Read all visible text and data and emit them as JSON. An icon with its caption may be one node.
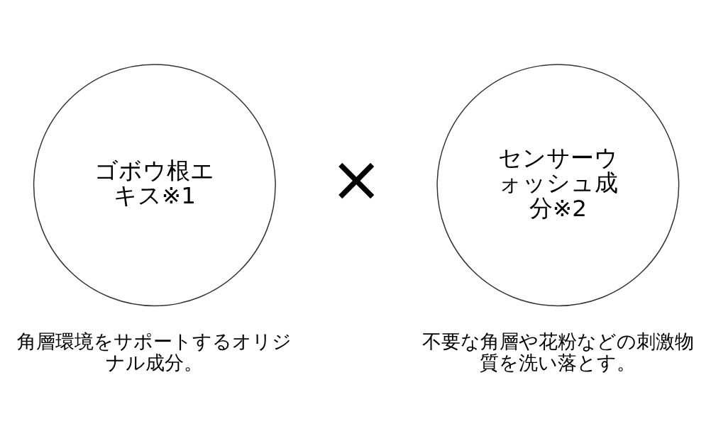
{
  "diagram": {
    "nodes": [
      {
        "text": [
          "ゴボウ根エキス※1"
        ],
        "beside": [
          "角層環境をサポートするオリジナル成分。"
        ]
      },
      {
        "text": [
          "センサーウォッシュ成分※2"
        ],
        "beside": [
          "不要な角層や花粉などの刺激物質を洗い落とす。"
        ]
      }
    ],
    "labels": [
      "×"
    ]
  }
}
